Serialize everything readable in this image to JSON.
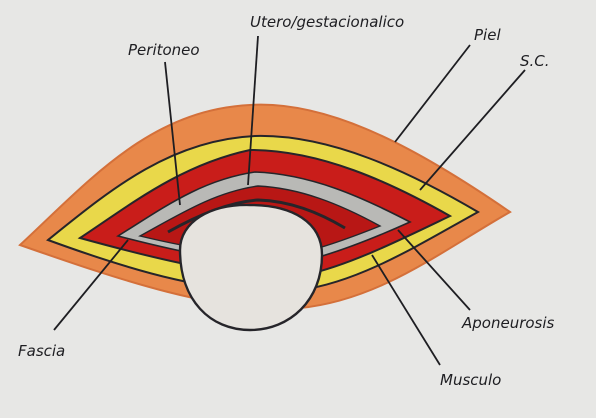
{
  "labels": {
    "peritoneo": "Peritoneo",
    "utero": "Utero/gestacionalico",
    "piel": "Piel",
    "sc": "S.C.",
    "aponeurosis": "Aponeurosis",
    "musculo": "Musculo",
    "fascia": "Fascia"
  },
  "colors": {
    "paper": "#e7e7e5",
    "skin_outer": "#e8884a",
    "subcutaneous_fat": "#e9d84a",
    "muscle": "#c91d1a",
    "aponeurosis": "#b9b9b6",
    "uterus": "#e6e3de",
    "ink": "#1e1e22"
  }
}
